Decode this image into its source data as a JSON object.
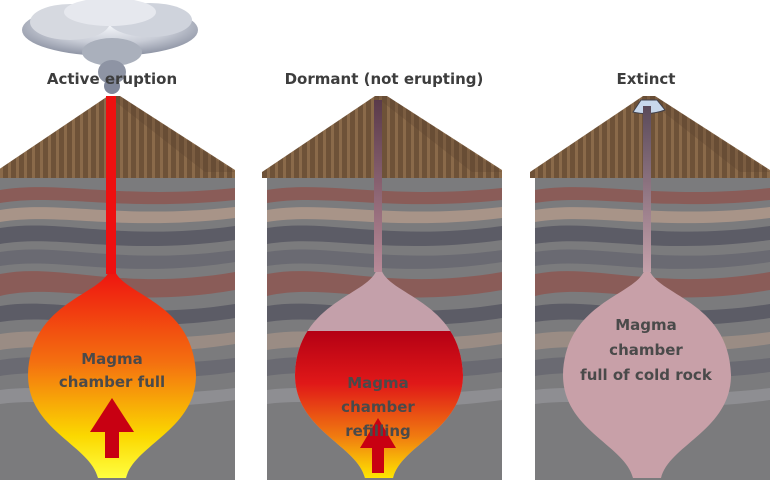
{
  "panels": [
    {
      "title": "Active eruption",
      "label_lines": [
        "Magma",
        "chamber full"
      ]
    },
    {
      "title": "Dormant (not erupting)",
      "label_lines": [
        "Magma",
        "chamber",
        "refilling"
      ]
    },
    {
      "title": "Extinct",
      "label_lines": [
        "Magma",
        "chamber",
        "full of cold rock"
      ]
    }
  ],
  "colors": {
    "ground": "#7b7b7d",
    "band_dark": "#5c5c66",
    "band_brown": "#8a5c58",
    "band_tan": "#a89488",
    "cone": "#74563c",
    "magma_hot": "#f01010",
    "magma_yellow": "#ffee00",
    "magma_dark": "#b00010",
    "cold_rock": "#c8a0a8"
  }
}
